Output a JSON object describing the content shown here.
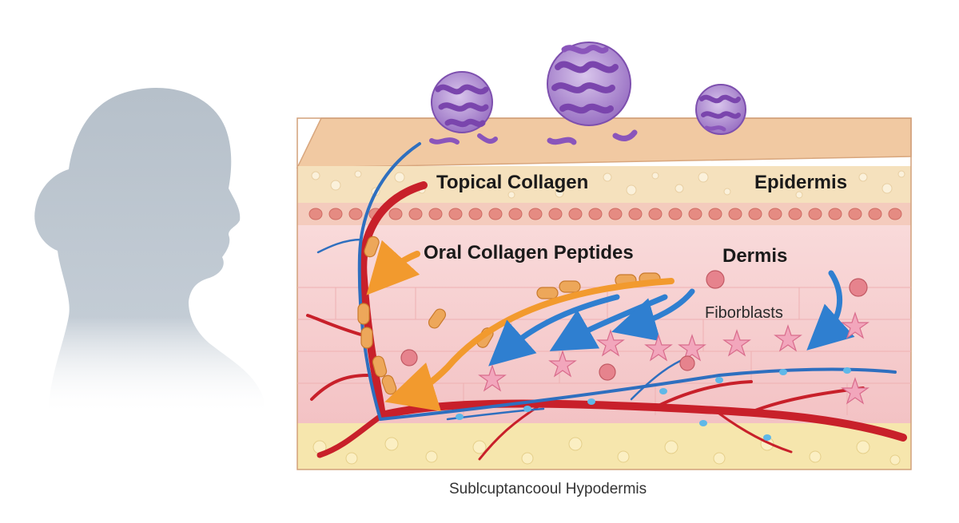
{
  "labels": {
    "topical": "Topical Collagen",
    "epidermis": "Epidermis",
    "oral": "Oral Collagen Peptides",
    "dermis": "Dermis",
    "fibroblasts": "Fiborblasts",
    "hypodermis": "Sublcuptancooul Hypodermis"
  },
  "icons": {
    "silhouette": "woman-profile-silhouette-icon",
    "collagen_molecule": "collagen-molecule-icon",
    "peptide": "collagen-peptide-capsule-icon",
    "fibroblast": "fibroblast-star-icon",
    "cell": "skin-cell-icon"
  },
  "colors": {
    "silhouette": "#b9c3cd",
    "collagen": "#8b5ab8",
    "artery": "#c8202a",
    "vein": "#2e6fbf",
    "oral_arrow": "#f29a2e",
    "fibroblast": "#e98aa8",
    "epidermis": "#f3dcb5",
    "dermis": "#f6cfcf",
    "hypodermis": "#f5e4a9"
  }
}
